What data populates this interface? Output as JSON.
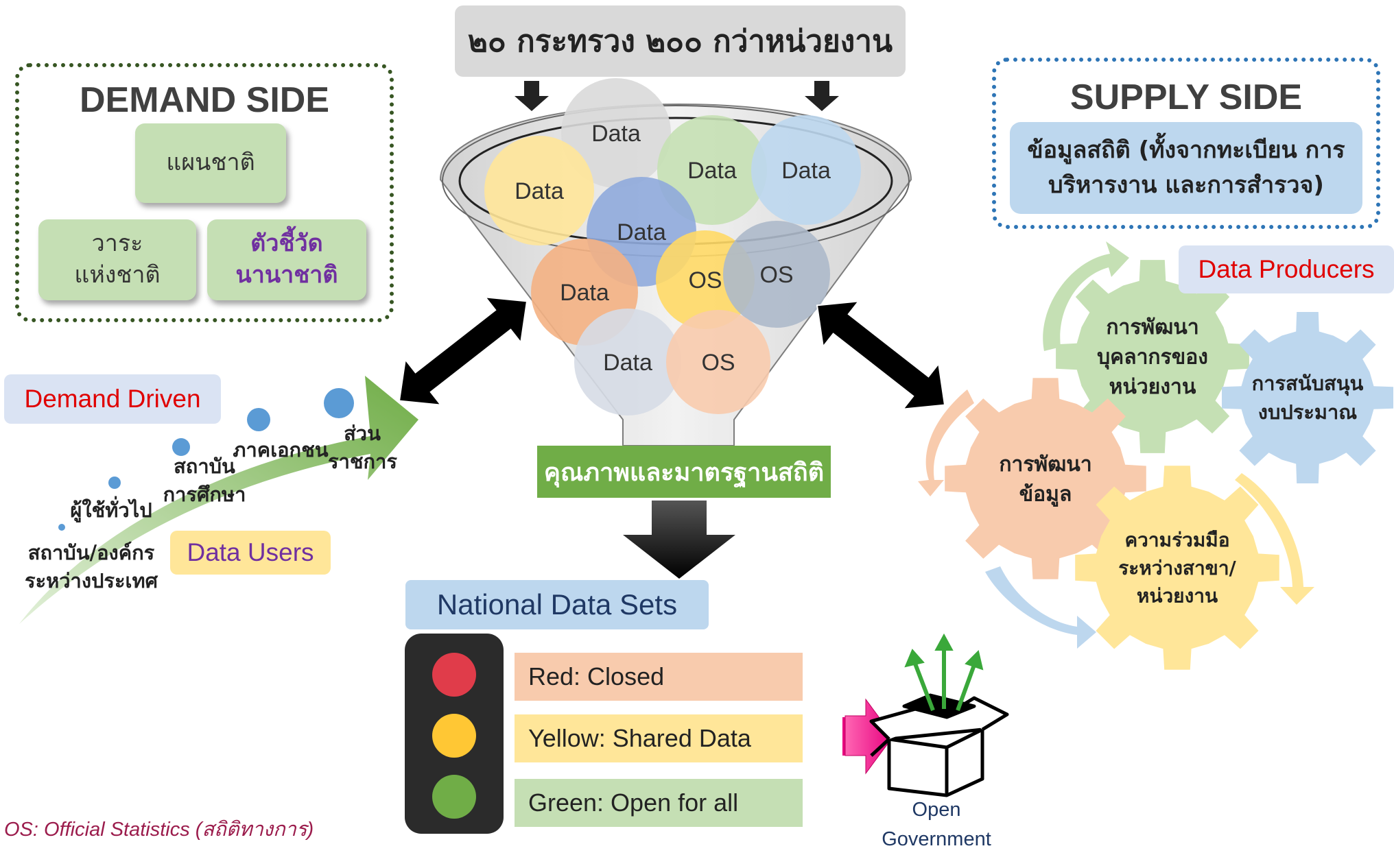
{
  "banner": {
    "title": "๒๐ กระทรวง ๒๐๐ กว่าหน่วยงาน"
  },
  "demand_side": {
    "title": "DEMAND SIDE",
    "cards": {
      "plan": "แผนชาติ",
      "agenda": "วาระ\nแห่งชาติ",
      "indicator": "ตัวชี้วัด\nนานาชาติ"
    }
  },
  "supply_side": {
    "title": "SUPPLY SIDE",
    "subtitle": "ข้อมูลสถิติ (ทั้งจากทะเบียน การ\nบริหารงาน และการสำรวจ)"
  },
  "funnel": {
    "bubbles": [
      {
        "label": "Data",
        "color": "#d9d9d9"
      },
      {
        "label": "Data",
        "color": "#ffe699"
      },
      {
        "label": "Data",
        "color": "#c5e0b4"
      },
      {
        "label": "Data",
        "color": "#bdd7ee"
      },
      {
        "label": "Data",
        "color": "#8faadc"
      },
      {
        "label": "Data",
        "color": "#f4b183"
      },
      {
        "label": "OS",
        "color": "#ffd966"
      },
      {
        "label": "OS",
        "color": "#adb9ca"
      },
      {
        "label": "Data",
        "color": "#d6dce5"
      },
      {
        "label": "OS",
        "color": "#f8cbad"
      }
    ]
  },
  "quality_label": "คุณภาพและมาตรฐานสถิติ",
  "national_data_sets": {
    "title": "National Data Sets",
    "levels": [
      {
        "label": "Red: Closed",
        "color": "#e03c4a"
      },
      {
        "label": "Yellow: Shared Data",
        "color": "#ffc734"
      },
      {
        "label": "Green: Open for all",
        "color": "#70ad47"
      }
    ]
  },
  "open_government": "Open\nGovernment",
  "demand_driven": "Demand Driven",
  "data_users": {
    "title": "Data Users",
    "groups": {
      "intl": "สถาบัน/องค์กร\nระหว่างประเทศ",
      "general": "ผู้ใช้ทั่วไป",
      "academic": "สถาบัน\nการศึกษา",
      "private": "ภาคเอกชน",
      "government": "ส่วน\nราชการ"
    }
  },
  "data_producers": {
    "title": "Data Producers",
    "gears": [
      {
        "label": "การพัฒนา\nบุคลากรของ\nหน่วยงาน",
        "color": "#c5e0b4"
      },
      {
        "label": "การสนับสนุน\nงบประมาณ",
        "color": "#bdd7ee"
      },
      {
        "label": "การพัฒนา\nข้อมูล",
        "color": "#f8cbad"
      },
      {
        "label": "ความร่วมมือ\nระหว่างสาขา/\nหน่วยงาน",
        "color": "#ffe699"
      }
    ]
  },
  "os_note": "OS: Official Statistics (สถิติทางการ)"
}
